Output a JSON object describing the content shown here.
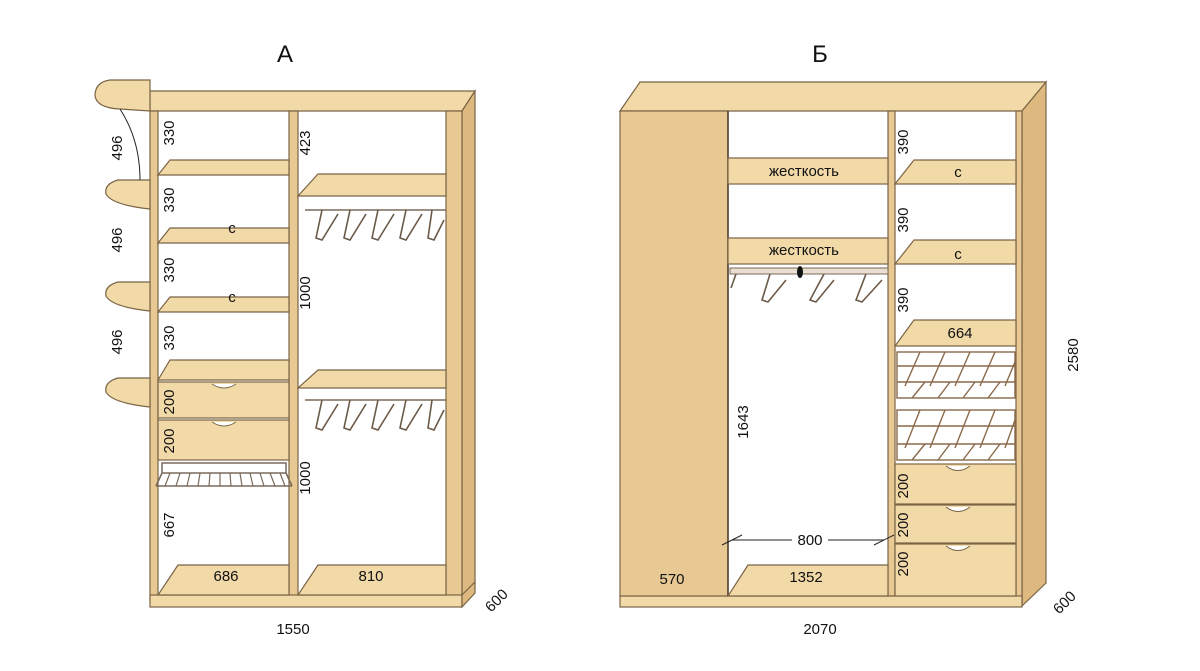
{
  "cabinets": [
    {
      "id": "A",
      "title": "А",
      "dimensions": {
        "overall_width": "1550",
        "depth": "600",
        "left_shelves": [
          "496",
          "496",
          "496"
        ],
        "left_column_heights": [
          "330",
          "330",
          "330",
          "330",
          "200",
          "200",
          "667"
        ],
        "right_column_heights": [
          "423",
          "1000",
          "1000"
        ],
        "bottom_widths": [
          "686",
          "810"
        ],
        "shelf_marks": [
          "с",
          "с"
        ]
      }
    },
    {
      "id": "B",
      "title": "Б",
      "dimensions": {
        "overall_width": "2070",
        "overall_height": "2580",
        "depth": "600",
        "door_width": "570",
        "middle_bottom_width": "1352",
        "middle_height": "1643",
        "rail_width": "800",
        "rigidity_labels": [
          "жесткость",
          "жесткость"
        ],
        "right_column_heights": [
          "390",
          "390",
          "390",
          "200",
          "200",
          "200"
        ],
        "right_shelf_width": "664",
        "shelf_marks": [
          "с",
          "с"
        ]
      }
    }
  ]
}
